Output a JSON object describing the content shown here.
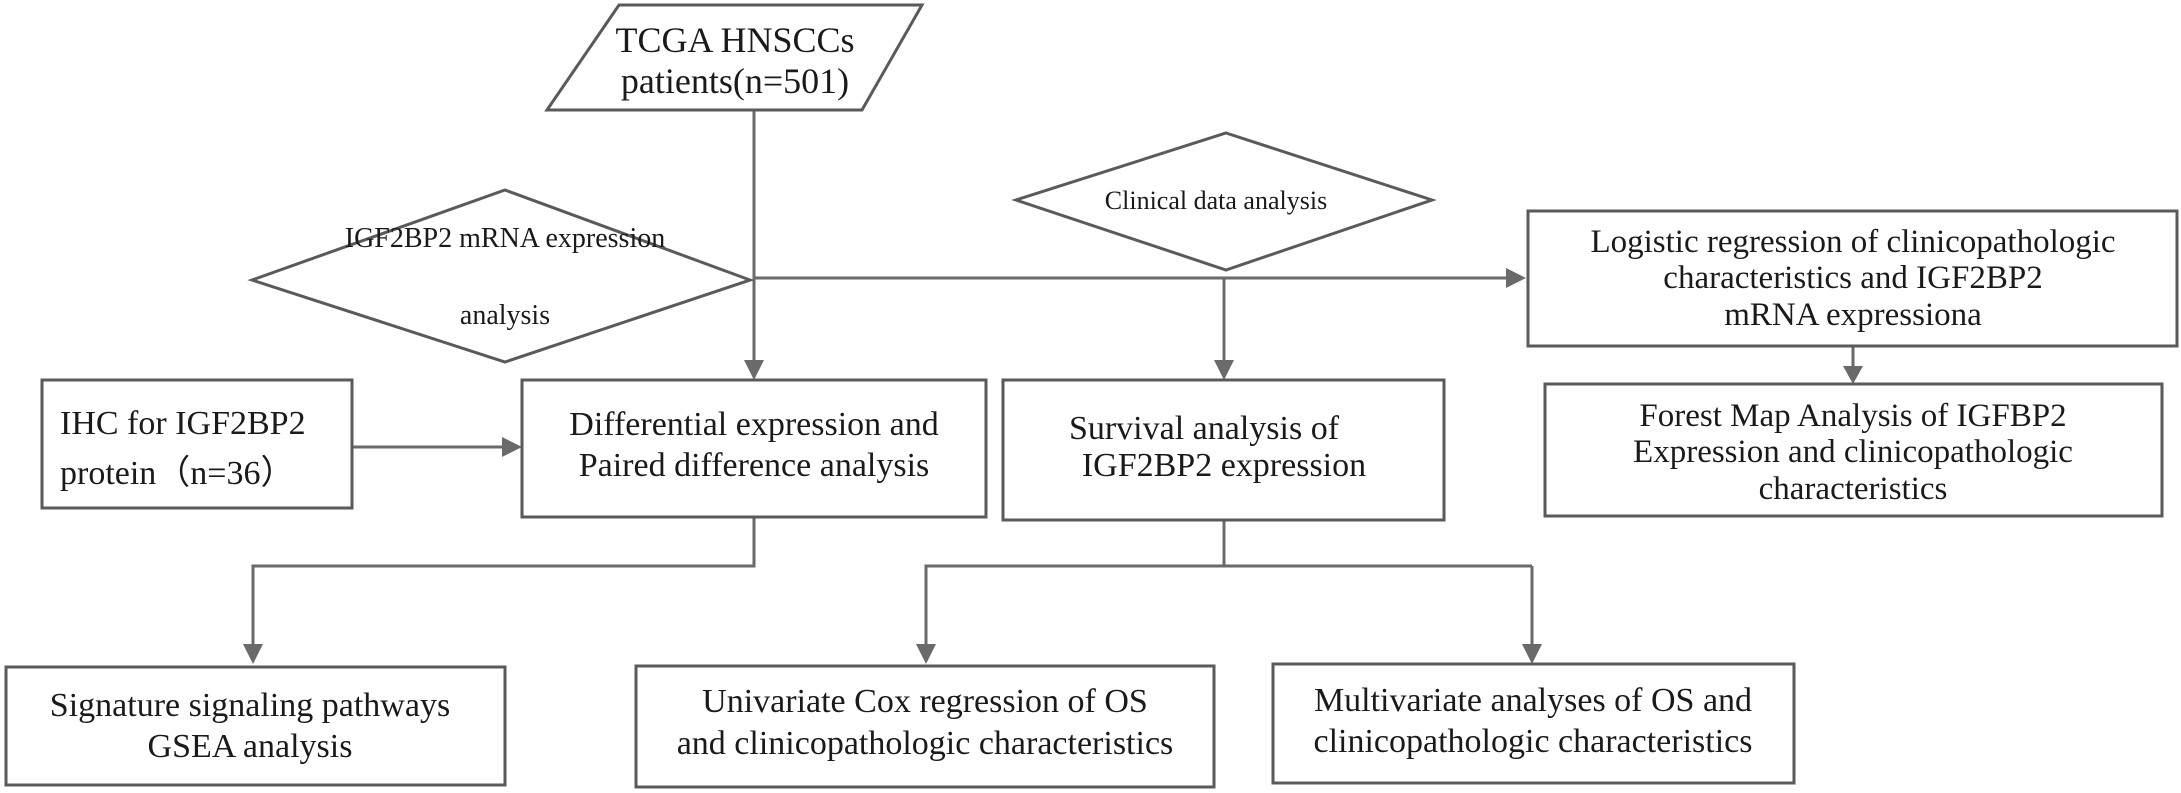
{
  "nodes": {
    "tcga": {
      "line1": "TCGA HNSCCs",
      "line2": "patients(n=501)"
    },
    "clinical": {
      "label": "Clinical data  analysis"
    },
    "mrna": {
      "line1": "IGF2BP2  mRNA expression",
      "line2": "analysis"
    },
    "logistic": {
      "line1": "Logistic regression of clinicopathologic",
      "line2": "characteristics  and  IGF2BP2",
      "line3": "mRNA  expressiona"
    },
    "ihc": {
      "line1": "IHC for IGF2BP2",
      "line2": "protein（n=36）"
    },
    "differential": {
      "line1": "Differential expression and",
      "line2": "Paired difference  analysis"
    },
    "survival": {
      "line1": "Survival analysis  of",
      "line2": "IGF2BP2  expression"
    },
    "forest": {
      "line1": "Forest Map Analysis of IGFBP2",
      "line2": "Expression  and clinicopathologic",
      "line3": "characteristics"
    },
    "gsea": {
      "line1": "Signature signaling pathways",
      "line2": "GSEA analysis"
    },
    "univariate": {
      "line1": "Univariate Cox regression of  OS",
      "line2": "and  clinicopathologic characteristics"
    },
    "multivariate": {
      "line1": "Multivariate analyses of OS and",
      "line2": "clinicopathologic  characteristics"
    }
  }
}
